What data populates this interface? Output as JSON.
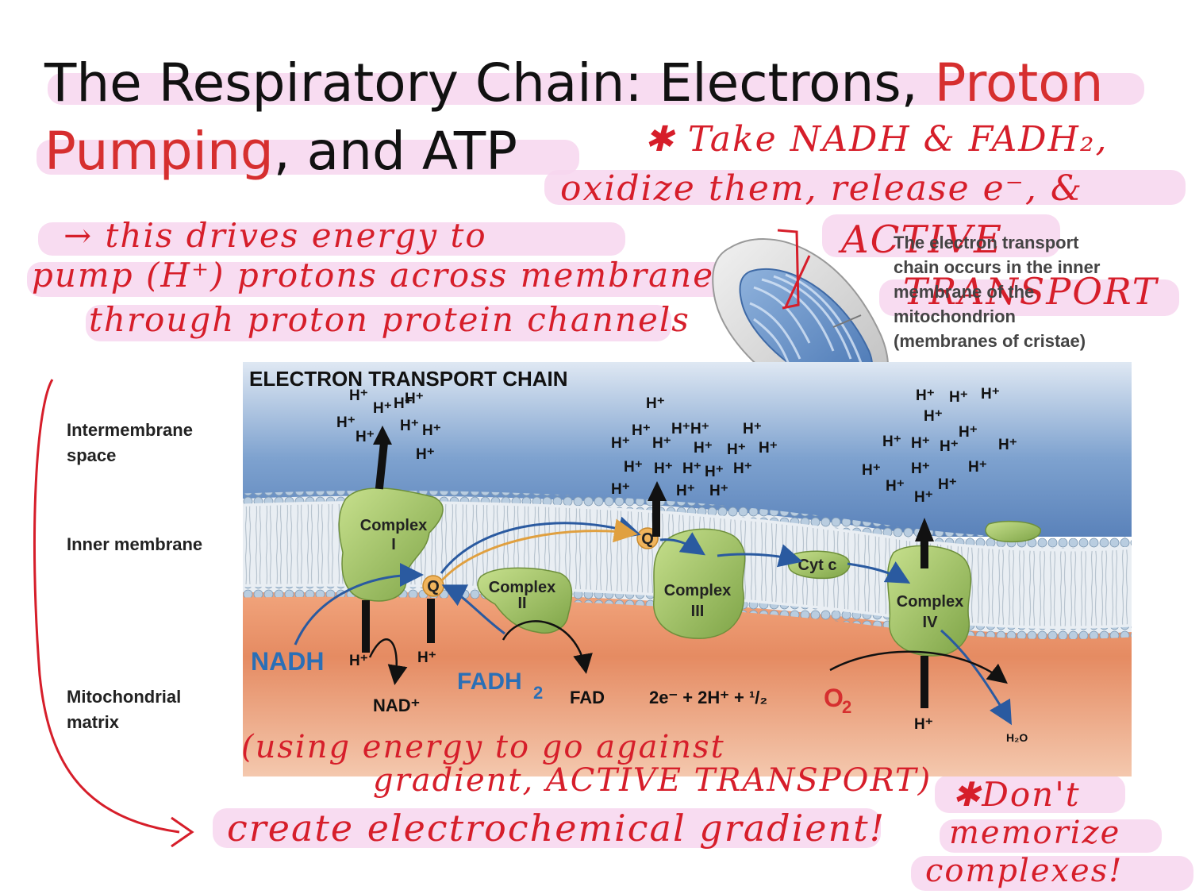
{
  "title": {
    "line1_black": "The Respiratory Chain: Electrons, ",
    "line1_red": "Proton",
    "line2_red": "Pumping",
    "line2_black": ", and ATP"
  },
  "handwritten": {
    "note_top_1": "✱ Take NADH & FADH₂,",
    "note_top_2": "oxidize them, release e⁻, &",
    "note_left_1": "→ this drives energy to",
    "note_left_2": "pump (H⁺) protons across membrane",
    "note_left_3": "through proton protein channels",
    "active_1": "ACTIVE",
    "active_2": "TRANSPORT",
    "bottom_1": "(using energy to go against",
    "bottom_2": "gradient, ACTIVE TRANSPORT)",
    "bottom_3": "create electrochemical gradient!",
    "dont_1": "✱Don't",
    "dont_2": "memorize",
    "dont_3": "complexes!"
  },
  "mito_caption": [
    "The electron transport",
    "chain occurs in the inner",
    "membrane of the",
    "mitochondrion",
    "(membranes of cristae)"
  ],
  "diagram": {
    "title": "ELECTRON TRANSPORT CHAIN",
    "regions": [
      "Intermembrane space",
      "Inner membrane",
      "Mitochondrial matrix"
    ],
    "region_lines": {
      "intermembrane": [
        "Intermembrane",
        "space"
      ],
      "inner": [
        "Inner membrane"
      ],
      "matrix": [
        "Mitochondrial",
        "matrix"
      ]
    },
    "complexes": [
      {
        "name": "Complex",
        "numeral": "I"
      },
      {
        "name": "Complex",
        "numeral": "II"
      },
      {
        "name": "Complex",
        "numeral": "III"
      },
      {
        "name": "Complex",
        "numeral": "IV"
      }
    ],
    "q_label": "Q",
    "cytc_label": "Cyt c",
    "proton": "H⁺",
    "nadh": "NADH",
    "nad": "NAD⁺",
    "fadh2": "FADH",
    "fadh2_sub": "2",
    "fad": "FAD",
    "equation_prefix": "2e⁻  +  2H⁺  +  ¹/₂",
    "o2": "O",
    "o2_sub": "2",
    "h2o": "H₂O"
  },
  "colors": {
    "title_red": "#d62f2f",
    "ink_red": "#d61e2a",
    "highlight_pink": "#f7d6ee",
    "complex_green": "#9bc35a",
    "arrow_blue": "#2a5aa0",
    "arrow_orange": "#e0a040",
    "nadh_blue": "#2a6fb6",
    "o2_red": "#d62f2f"
  }
}
